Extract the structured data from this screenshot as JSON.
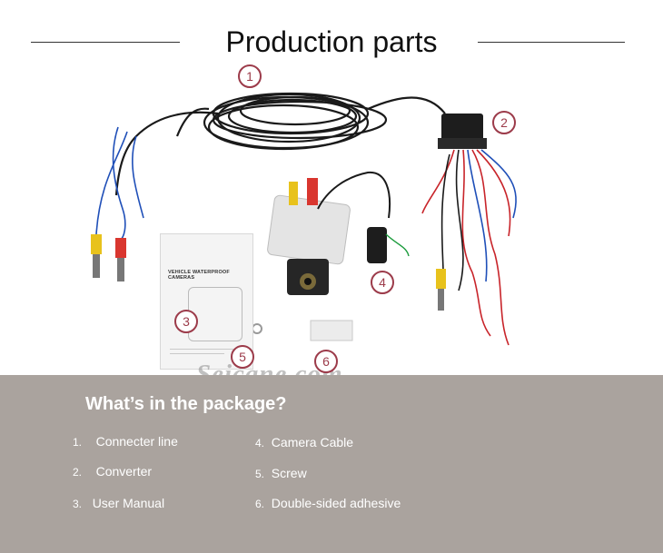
{
  "header": {
    "title": "Production parts"
  },
  "photo": {
    "watermark": "Seicane.com",
    "manual_heading": "VEHICLE WATERPROOF CAMERAS",
    "badges": [
      "1",
      "2",
      "3",
      "4",
      "5",
      "6"
    ]
  },
  "package": {
    "title": "What’s in the package?",
    "items": [
      {
        "num": "1.",
        "label": "Connecter line"
      },
      {
        "num": "2.",
        "label": "Converter"
      },
      {
        "num": "3.",
        "label": "User Manual"
      },
      {
        "num": "4.",
        "label": "Camera Cable"
      },
      {
        "num": "5.",
        "label": "Screw"
      },
      {
        "num": "6.",
        "label": "Double-sided adhesive"
      }
    ]
  },
  "colors": {
    "panel": "#aaa39e",
    "badge": "#9c3b4a",
    "rca_yellow": "#e8c21c",
    "rca_red": "#d9362f"
  }
}
